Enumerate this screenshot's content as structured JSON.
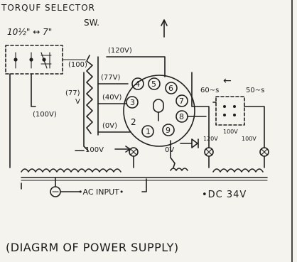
{
  "diagram": {
    "header": {
      "title": "TORQUF SELECTOR",
      "abbrev": "SW.",
      "range": "10½\" ↔ 7\""
    },
    "taps": {
      "t120": "(120V)",
      "t100": "(100)",
      "t77a": "(77V)",
      "t77b": "(77)",
      "t77b_unit": "V",
      "t40": "(40V)",
      "t0": "(0V)",
      "t100left": "(100V)"
    },
    "pins": [
      "1",
      "2",
      "3",
      "4",
      "5",
      "6",
      "7",
      "8",
      "9"
    ],
    "switch_labels": {
      "hz60": "60~s",
      "hz50": "50~s",
      "sw_100a": "100V",
      "sw_120": "120V",
      "sw_100b": "100V",
      "arrow": "←"
    },
    "misc": {
      "lamp_voltage": "100V",
      "diode_voltage": "0V",
      "ac_input": "•AC INPUT•",
      "dc_output": "•DC 34V"
    },
    "caption": "(DIAGRM OF POWER SUPPLY)"
  }
}
